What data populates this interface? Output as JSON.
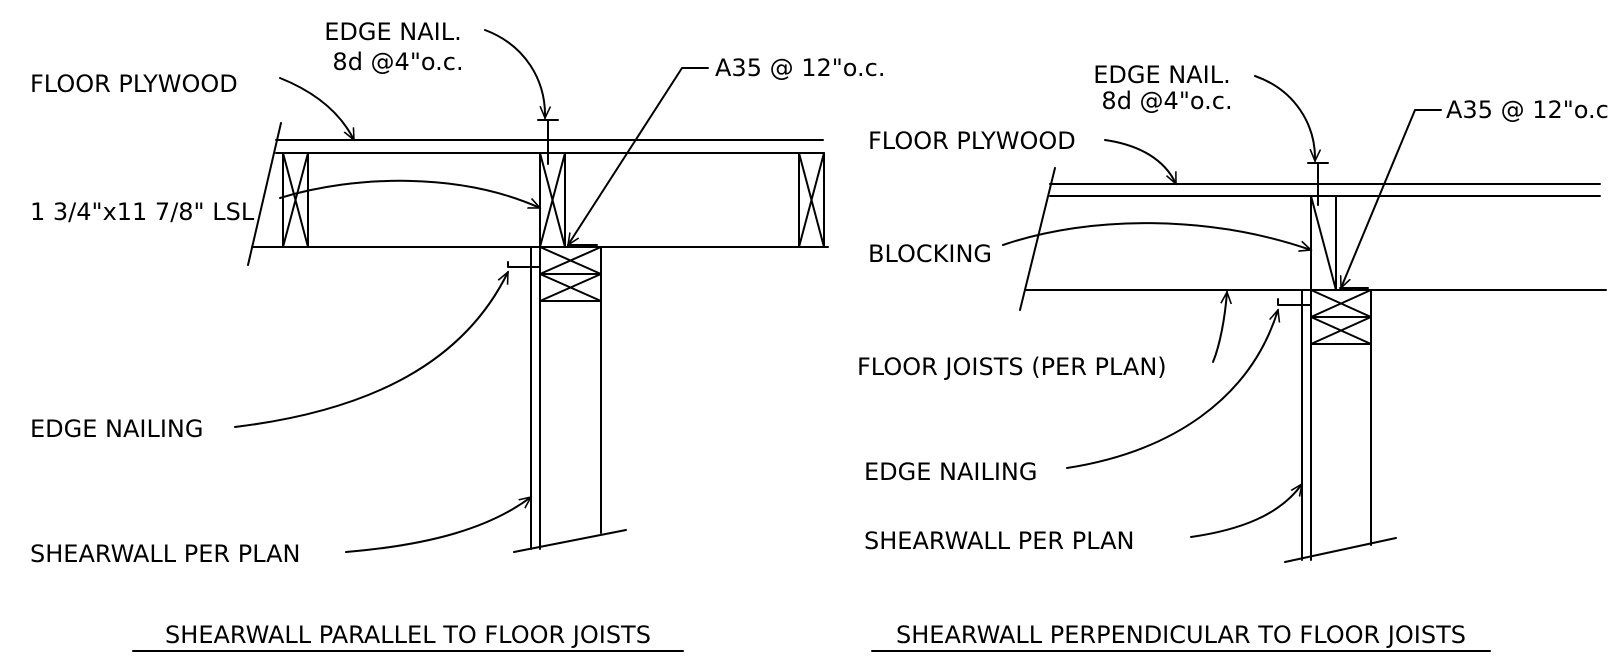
{
  "colors": {
    "line": "#000000",
    "background": "#ffffff"
  },
  "left_detail": {
    "edge_nail_line1": "EDGE NAIL.",
    "edge_nail_line2": "8d @4\"o.c.",
    "a35": "A35 @ 12\"o.c.",
    "floor_plywood": "FLOOR PLYWOOD",
    "lsl": "1 3/4\"x11 7/8\" LSL",
    "edge_nailing": "EDGE NAILING",
    "shearwall": "SHEARWALL PER PLAN",
    "title": "SHEARWALL PARALLEL TO FLOOR JOISTS"
  },
  "right_detail": {
    "edge_nail_line1": "EDGE NAIL.",
    "edge_nail_line2": "8d @4\"o.c.",
    "a35": "A35 @ 12\"o.c",
    "floor_plywood": "FLOOR PLYWOOD",
    "blocking": "BLOCKING",
    "floor_joists": "FLOOR JOISTS (PER PLAN)",
    "edge_nailing": "EDGE NAILING",
    "shearwall": "SHEARWALL PER PLAN",
    "title": "SHEARWALL PERPENDICULAR TO FLOOR JOISTS"
  }
}
